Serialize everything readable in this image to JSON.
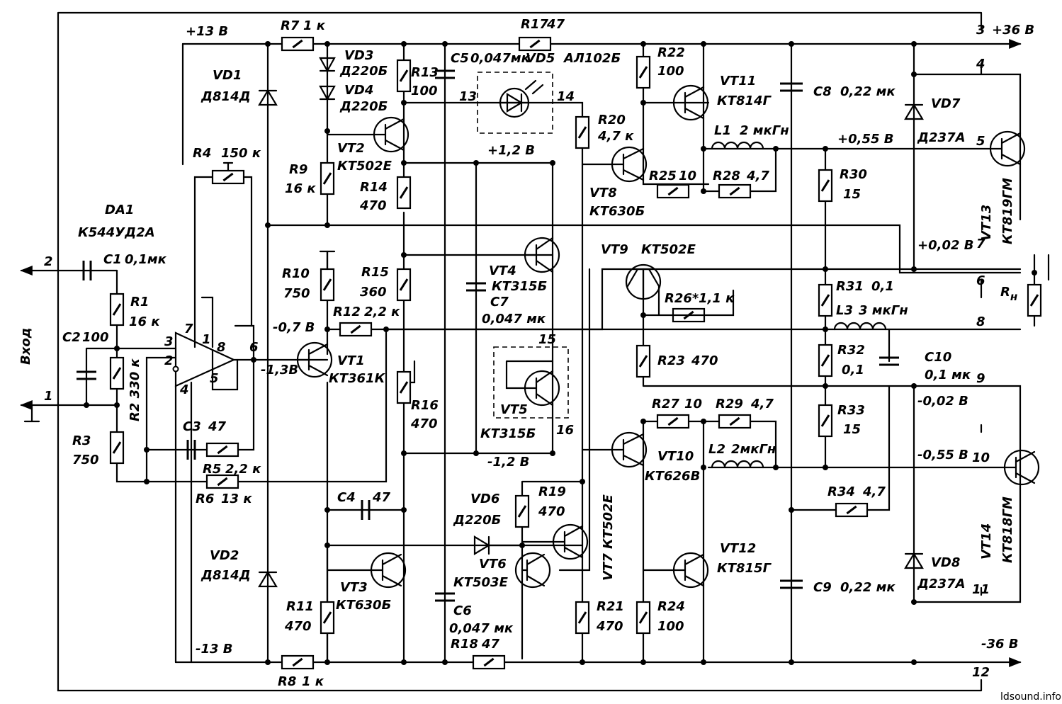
{
  "input_label": "Вход",
  "watermark": "ldsound.info",
  "power": {
    "v_pos13": "+13 В",
    "v_neg13": "-13 В",
    "v_pos36": "+36 В",
    "v_neg36": "-36 В"
  },
  "voltages": {
    "v_p12": "+1,2 В",
    "v_m12": "-1,2 В",
    "v_m07": "-0,7 В",
    "v_m13": "-1,3В",
    "v_p055": "+0,55 В",
    "v_p002": "+0,02 В",
    "v_m002": "-0,02 В",
    "v_m055": "-0,55 В"
  },
  "pins": {
    "p1": "1",
    "p2": "2",
    "p3": "3",
    "p4": "4",
    "p5": "5",
    "p6": "6",
    "p7": "7",
    "p8": "8",
    "p9": "9",
    "p10": "10",
    "p11": "11",
    "p12": "12",
    "p13": "13",
    "p14": "14",
    "p15": "15",
    "p16": "16"
  },
  "opamp": {
    "name": "DA1",
    "type": "К544УД2А",
    "pins": {
      "in3": "3",
      "in2": "2",
      "p4": "4",
      "p7": "7",
      "p1": "1",
      "p8": "8",
      "p5": "5",
      "out6": "6"
    }
  },
  "transistors": {
    "VT1": {
      "name": "VT1",
      "type": "КТ361К"
    },
    "VT2": {
      "name": "VT2",
      "type": "КТ502Е"
    },
    "VT3": {
      "name": "VT3",
      "type": "КТ630Б"
    },
    "VT4": {
      "name": "VT4",
      "type": "КТ315Б"
    },
    "VT5": {
      "name": "VT5",
      "type": "КТ315Б"
    },
    "VT6": {
      "name": "VT6",
      "type": "КТ503Е"
    },
    "VT7": {
      "name": "VT7",
      "type": "КТ502Е"
    },
    "VT8": {
      "name": "VT8",
      "type": "КТ630Б"
    },
    "VT9": {
      "name": "VT9",
      "type": "КТ502Е"
    },
    "VT10": {
      "name": "VT10",
      "type": "КТ626В"
    },
    "VT11": {
      "name": "VT11",
      "type": "КТ814Г"
    },
    "VT12": {
      "name": "VT12",
      "type": "КТ815Г"
    },
    "VT13": {
      "name": "VT13",
      "type": "КТ819ГМ"
    },
    "VT14": {
      "name": "VT14",
      "type": "КТ818ГМ"
    }
  },
  "resistors": {
    "R1": {
      "name": "R1",
      "value": "16 к"
    },
    "R2": {
      "name": "R2",
      "value": "330 к"
    },
    "R3": {
      "name": "R3",
      "value": "750"
    },
    "R4": {
      "name": "R4",
      "value": "150 к"
    },
    "R5": {
      "name": "R5",
      "value": "2,2 к"
    },
    "R6": {
      "name": "R6",
      "value": "13 к"
    },
    "R7": {
      "name": "R7",
      "value": "1 к"
    },
    "R8": {
      "name": "R8",
      "value": "1 к"
    },
    "R9": {
      "name": "R9",
      "value": "16 к"
    },
    "R10": {
      "name": "R10",
      "value": "750"
    },
    "R11": {
      "name": "R11",
      "value": "470"
    },
    "R12": {
      "name": "R12",
      "value": "2,2 к"
    },
    "R13": {
      "name": "R13",
      "value": "100"
    },
    "R14": {
      "name": "R14",
      "value": "470"
    },
    "R15": {
      "name": "R15",
      "value": "360"
    },
    "R16": {
      "name": "R16",
      "value": "470"
    },
    "R17": {
      "name": "R17",
      "value": "47"
    },
    "R18": {
      "name": "R18",
      "value": "47"
    },
    "R19": {
      "name": "R19",
      "value": "470"
    },
    "R20": {
      "name": "R20",
      "value": "4,7 к"
    },
    "R21": {
      "name": "R21",
      "value": "470"
    },
    "R22": {
      "name": "R22",
      "value": "100"
    },
    "R23": {
      "name": "R23",
      "value": "470"
    },
    "R24": {
      "name": "R24",
      "value": "100"
    },
    "R25": {
      "name": "R25",
      "value": "10"
    },
    "R26": {
      "name": "R26*",
      "value": "1,1 к"
    },
    "R27": {
      "name": "R27",
      "value": "10"
    },
    "R28": {
      "name": "R28",
      "value": "4,7"
    },
    "R29": {
      "name": "R29",
      "value": "4,7"
    },
    "R30": {
      "name": "R30",
      "value": "15"
    },
    "R31": {
      "name": "R31",
      "value": "0,1"
    },
    "R32": {
      "name": "R32",
      "value": "0,1"
    },
    "R33": {
      "name": "R33",
      "value": "15"
    },
    "R34": {
      "name": "R34",
      "value": "4,7"
    },
    "RH": {
      "name": "R",
      "sub": "н"
    }
  },
  "capacitors": {
    "C1": {
      "name": "C1",
      "value": "0,1мк"
    },
    "C2": {
      "name": "C2",
      "value": "100"
    },
    "C3": {
      "name": "C3",
      "value": "47"
    },
    "C4": {
      "name": "C4",
      "value": "47"
    },
    "C5": {
      "name": "C5",
      "value": "0,047мк"
    },
    "C6": {
      "name": "C6",
      "value": "0,047 мк"
    },
    "C7": {
      "name": "C7",
      "value": "0,047 мк"
    },
    "C8": {
      "name": "C8",
      "value": "0,22 мк"
    },
    "C9": {
      "name": "C9",
      "value": "0,22 мк"
    },
    "C10": {
      "name": "C10",
      "value": "0,1 мк"
    }
  },
  "diodes": {
    "VD1": {
      "name": "VD1",
      "type": "Д814Д"
    },
    "VD2": {
      "name": "VD2",
      "type": "Д814Д"
    },
    "VD3": {
      "name": "VD3",
      "type": "Д220Б"
    },
    "VD4": {
      "name": "VD4",
      "type": "Д220Б"
    },
    "VD5": {
      "name": "VD5",
      "type": "АЛ102Б"
    },
    "VD6": {
      "name": "VD6",
      "type": "Д220Б"
    },
    "VD7": {
      "name": "VD7",
      "type": "Д237А"
    },
    "VD8": {
      "name": "VD8",
      "type": "Д237А"
    }
  },
  "inductors": {
    "L1": {
      "name": "L1",
      "value": "2 мкГн"
    },
    "L2": {
      "name": "L2",
      "value": "2мкГн"
    },
    "L3": {
      "name": "L3",
      "value": "3 мкГн"
    }
  }
}
